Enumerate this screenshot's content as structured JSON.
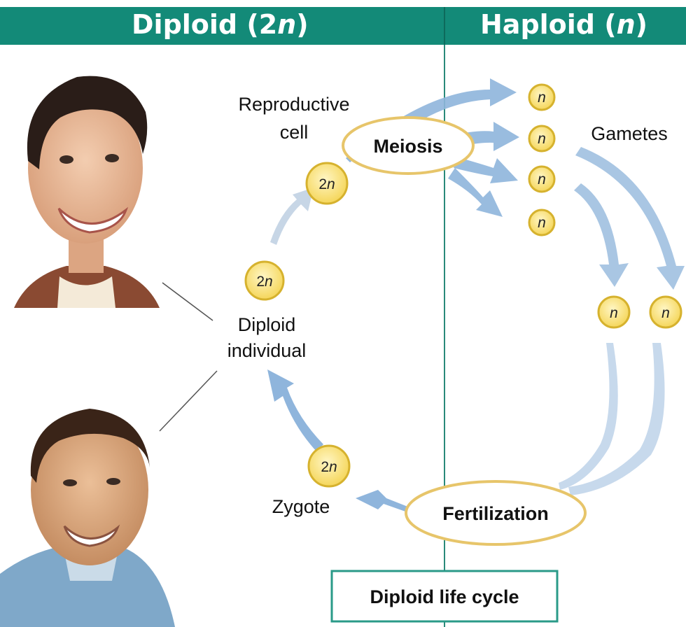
{
  "header": {
    "left": {
      "prefix": "Diploid (2",
      "var": "n",
      "suffix": ")"
    },
    "right": {
      "prefix": "Haploid (",
      "var": "n",
      "suffix": ")"
    }
  },
  "labels": {
    "reproductive_cell_line1": "Reproductive",
    "reproductive_cell_line2": "cell",
    "gametes": "Gametes",
    "diploid_individual_line1": "Diploid",
    "diploid_individual_line2": "individual",
    "zygote": "Zygote"
  },
  "processes": {
    "meiosis": "Meiosis",
    "fertilization": "Fertilization"
  },
  "cells": {
    "diploid_prefix": "2",
    "ploidy_var": "n"
  },
  "caption": "Diploid life cycle",
  "colors": {
    "header_bg": "#138a78",
    "divider": "#2a8a7a",
    "cell_fill": "#f9e27a",
    "cell_stroke": "#d6b22e",
    "oval_stroke": "#e7c56a",
    "arrow": "#8fb5dc",
    "caption_border": "#2a9a88"
  }
}
